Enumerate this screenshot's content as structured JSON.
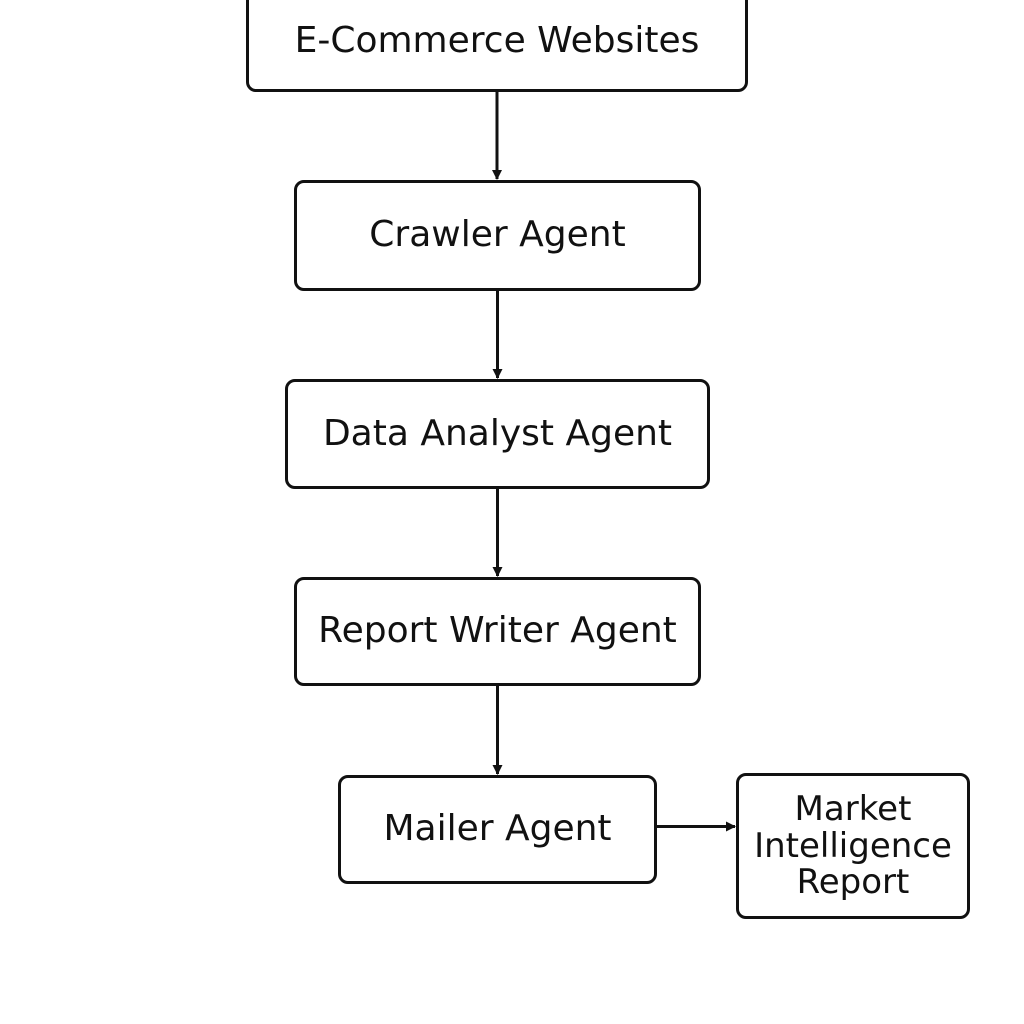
{
  "diagram": {
    "nodes": {
      "ecommerce": {
        "label": "E-Commerce Websites"
      },
      "crawler": {
        "label": "Crawler Agent"
      },
      "analyst": {
        "label": "Data Analyst Agent"
      },
      "writer": {
        "label": "Report Writer Agent"
      },
      "mailer": {
        "label": "Mailer Agent"
      },
      "report": {
        "label": "Market\nIntelligence\nReport"
      }
    },
    "edges": [
      {
        "from": "ecommerce",
        "to": "crawler"
      },
      {
        "from": "crawler",
        "to": "analyst"
      },
      {
        "from": "analyst",
        "to": "writer"
      },
      {
        "from": "writer",
        "to": "mailer"
      },
      {
        "from": "mailer",
        "to": "report"
      }
    ],
    "colors": {
      "stroke": "#111111",
      "background": "#ffffff"
    }
  }
}
